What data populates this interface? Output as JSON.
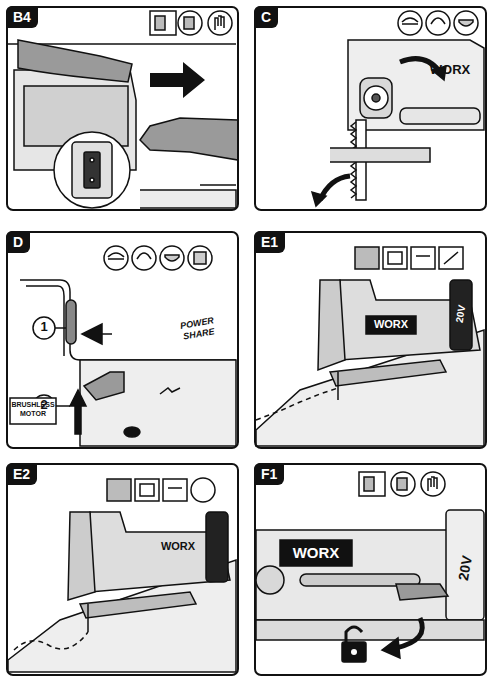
{
  "diagram": {
    "nodes": [
      {
        "text": [
          "B4"
        ]
      },
      {
        "text": [
          "C"
        ]
      },
      {
        "text": [
          "D"
        ]
      },
      {
        "text": [
          "E1"
        ]
      },
      {
        "text": [
          "E2"
        ]
      },
      {
        "text": [
          "F1"
        ]
      }
    ],
    "labels": [
      "WORX",
      "1",
      "2",
      "POWER SHARE",
      "BRUSHLESS MOTOR",
      "WORX",
      "20V",
      "WORX",
      "WORX",
      "20V"
    ]
  }
}
